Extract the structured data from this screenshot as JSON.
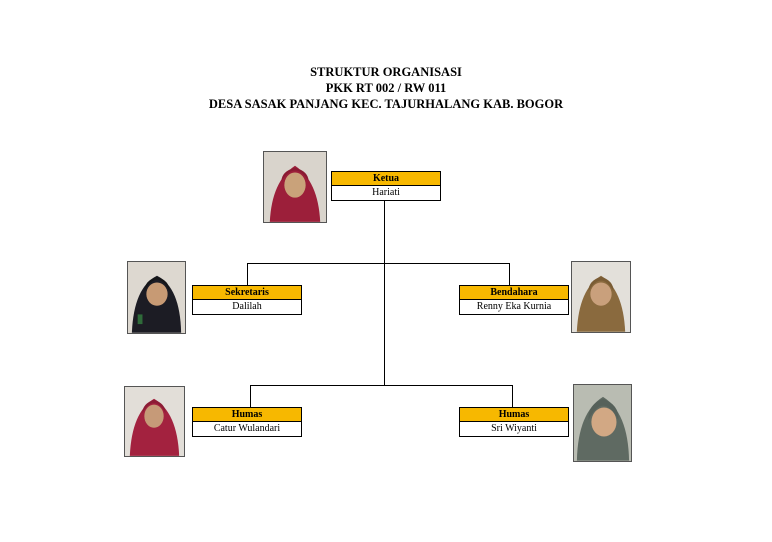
{
  "header": {
    "line1": "STRUKTUR ORGANISASI",
    "line2": "PKK RT 002 / RW 011",
    "line3": "DESA SASAK PANJANG KEC. TAJURHALANG KAB. BOGOR"
  },
  "members": {
    "ketua": {
      "role": "Ketua",
      "name": "Hariati"
    },
    "sekretaris": {
      "role": "Sekretaris",
      "name": "Dalilah"
    },
    "bendahara": {
      "role": "Bendahara",
      "name": "Renny Eka Kurnia"
    },
    "humas_left": {
      "role": "Humas",
      "name": "Catur Wulandari"
    },
    "humas_right": {
      "role": "Humas",
      "name": "Sri Wiyanti"
    }
  },
  "colors": {
    "role_header": "#f7b800",
    "line": "#000000"
  },
  "icons": {
    "member_photo": "person-portrait-icon"
  }
}
